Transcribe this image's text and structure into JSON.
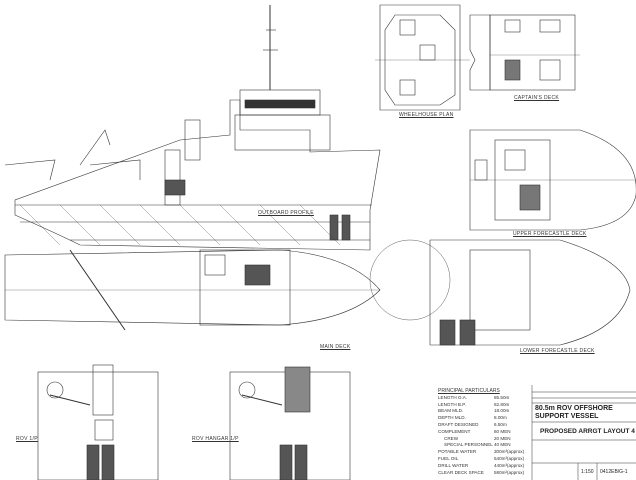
{
  "views": {
    "outboard_profile": "OUTBOARD PROFILE",
    "wheelhouse_plan": "WHEELHOUSE PLAN",
    "captains_deck": "CAPTAIN'S DECK",
    "upper_forecastle_deck": "UPPER FORECASTLE DECK",
    "main_deck": "MAIN DECK",
    "lower_forecastle_deck": "LOWER FORECASTLE DECK",
    "rov_left": "ROV 1/P",
    "rov_right": "ROV HANGAR 1/P"
  },
  "particulars": {
    "heading": "PRINCIPAL PARTICULARS",
    "rows": [
      {
        "k": "LENGTH O.A.",
        "v": "85.50m",
        "indent": false
      },
      {
        "k": "LENGTH B.P.",
        "v": "82.80m",
        "indent": false
      },
      {
        "k": "BEAM MLD.",
        "v": "18.00m",
        "indent": false
      },
      {
        "k": "DEPTH MLD.",
        "v": "8.00m",
        "indent": false
      },
      {
        "k": "DRAFT DESIGNED",
        "v": "6.50m",
        "indent": false
      },
      {
        "k": "COMPLEMENT",
        "v": "60 MEN",
        "indent": false
      },
      {
        "k": "CREW",
        "v": "20 MEN",
        "indent": true
      },
      {
        "k": "SPECIAL PERSONNEL",
        "v": "40 MEN",
        "indent": true
      },
      {
        "k": "POTABLE WATER",
        "v": "300m³(approx)",
        "indent": false
      },
      {
        "k": "FUEL OIL",
        "v": "540m³(approx)",
        "indent": false
      },
      {
        "k": "DRILL WATER",
        "v": "440m³(approx)",
        "indent": false
      },
      {
        "k": "CLEAR DECK SPACE",
        "v": "580m²(approx)",
        "indent": false
      }
    ]
  },
  "title_block": {
    "vessel": "80.5m ROV OFFSHORE SUPPORT VESSEL",
    "title": "PROPOSED ARRGT LAYOUT 4",
    "scale": "1:150",
    "drawing_no": "0412EB/G-1"
  }
}
